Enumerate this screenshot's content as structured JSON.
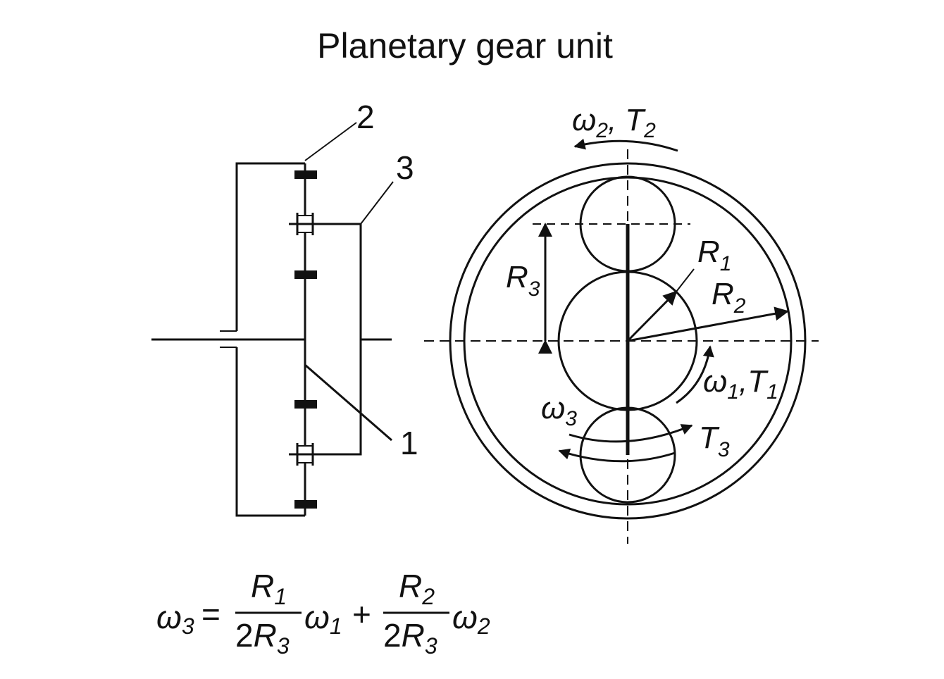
{
  "title": "Planetary gear unit",
  "left_view": {
    "label_1": "1",
    "label_2": "2",
    "label_3": "3"
  },
  "right_view": {
    "r1": {
      "sym": "R",
      "sub": "1"
    },
    "r2": {
      "sym": "R",
      "sub": "2"
    },
    "r3": {
      "sym": "R",
      "sub": "3"
    },
    "w2t2": {
      "w": "ω",
      "wsub": "2",
      "sep": ",",
      "t": "T",
      "tsub": "2"
    },
    "w1t1": {
      "w": "ω",
      "wsub": "1",
      "sep": ",",
      "t": "T",
      "tsub": "1"
    },
    "w3": {
      "w": "ω",
      "wsub": "3"
    },
    "t3": {
      "t": "T",
      "tsub": "3"
    }
  },
  "equation": {
    "lhs": "ω",
    "lhs_sub": "3",
    "eq": "=",
    "n1": "R",
    "n1_sub": "1",
    "d1_coef": "2",
    "d1": "R",
    "d1_sub": "3",
    "w1": "ω",
    "w1_sub": "1",
    "plus": "+",
    "n2": "R",
    "n2_sub": "2",
    "d2_coef": "2",
    "d2": "R",
    "d2_sub": "3",
    "w2": "ω",
    "w2_sub": "2"
  },
  "colors": {
    "ink": "#111111",
    "background": "#ffffff"
  }
}
